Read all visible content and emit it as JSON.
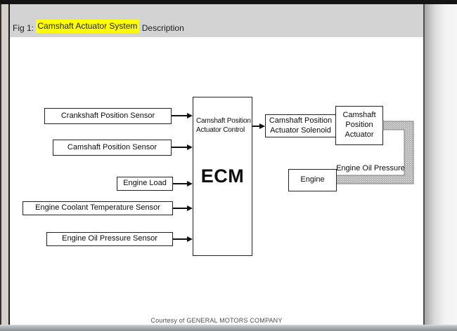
{
  "titlebar": {
    "prefix": "Fig 1: ",
    "highlight": "Camshaft Actuator System",
    "suffix": " Description"
  },
  "diagram": {
    "sensors": [
      {
        "label": "Crankshaft Position Sensor"
      },
      {
        "label": "Camshaft Position Sensor"
      },
      {
        "label": "Engine Load"
      },
      {
        "label": "Engine Coolant Temperature Sensor"
      },
      {
        "label": "Engine Oil Pressure Sensor"
      }
    ],
    "ecm": {
      "control_label": "Camshaft Position Actuator Control",
      "title": "ECM"
    },
    "solenoid": {
      "label": "Camshaft Position Actuator Solenoid"
    },
    "actuator": {
      "label": "Camshaft Position Actuator"
    },
    "engine": {
      "label": "Engine"
    },
    "oil_pressure": {
      "label": "Engine Oil Pressure"
    }
  },
  "footer": {
    "courtesy": "Courtesy of GENERAL MOTORS COMPANY"
  },
  "colors": {
    "highlight": "#ffff00",
    "chrome_gray": "#d3d3d3",
    "pipe_gray": "#c8c8c8"
  }
}
